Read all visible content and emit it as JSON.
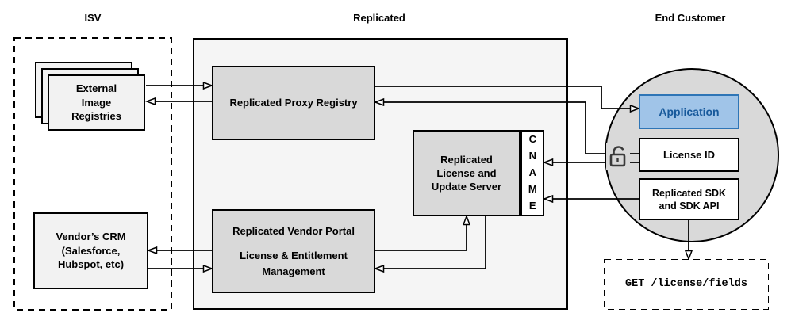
{
  "headers": {
    "isv": "ISV",
    "replicated": "Replicated",
    "end_customer": "End Customer"
  },
  "nodes": {
    "external_registries": {
      "label": "External Image Registries"
    },
    "vendors_crm": {
      "label": "Vendor’s CRM (Salesforce, Hubspot, etc)"
    },
    "proxy_registry": {
      "label": "Replicated Proxy Registry"
    },
    "license_server": {
      "label": "Replicated License and Update Server"
    },
    "cname": {
      "label": "CNAME"
    },
    "vendor_portal": {
      "label_line1": "Replicated Vendor Portal",
      "label_line2": "License & Entitlement Management"
    },
    "application": {
      "label": "Application"
    },
    "license_id": {
      "label": "License ID"
    },
    "sdk": {
      "label": "Replicated SDK and SDK API"
    },
    "get_endpoint": {
      "label": "GET /license/fields"
    }
  },
  "icons": {
    "lock": "open-padlock-icon"
  },
  "colors": {
    "node_gray": "#D9D9D9",
    "panel_gray": "#F5F5F5",
    "light_box": "#F2F2F2",
    "cname_bg": "#FFFFFF",
    "app_fill": "#A0C4E8",
    "app_border": "#2E75B6",
    "app_text": "#17599B",
    "line": "#000000"
  },
  "edges": [
    {
      "from": "external-image-registries",
      "to": "replicated-proxy-registry"
    },
    {
      "from": "replicated-proxy-registry",
      "to": "external-image-registries"
    },
    {
      "from": "replicated-proxy-registry",
      "to": "application"
    },
    {
      "from": "license-id",
      "to": "replicated-proxy-registry"
    },
    {
      "from": "license-id",
      "to": "cname"
    },
    {
      "from": "replicated-sdk-and-sdk-api",
      "to": "cname"
    },
    {
      "from": "replicated-vendor-portal",
      "to": "replicated-license-and-update-server"
    },
    {
      "from": "replicated-license-and-update-server",
      "to": "replicated-vendor-portal"
    },
    {
      "from": "replicated-vendor-portal",
      "to": "vendors-crm"
    },
    {
      "from": "vendors-crm",
      "to": "replicated-vendor-portal"
    },
    {
      "from": "replicated-sdk-and-sdk-api",
      "to": "get-license-fields"
    }
  ]
}
